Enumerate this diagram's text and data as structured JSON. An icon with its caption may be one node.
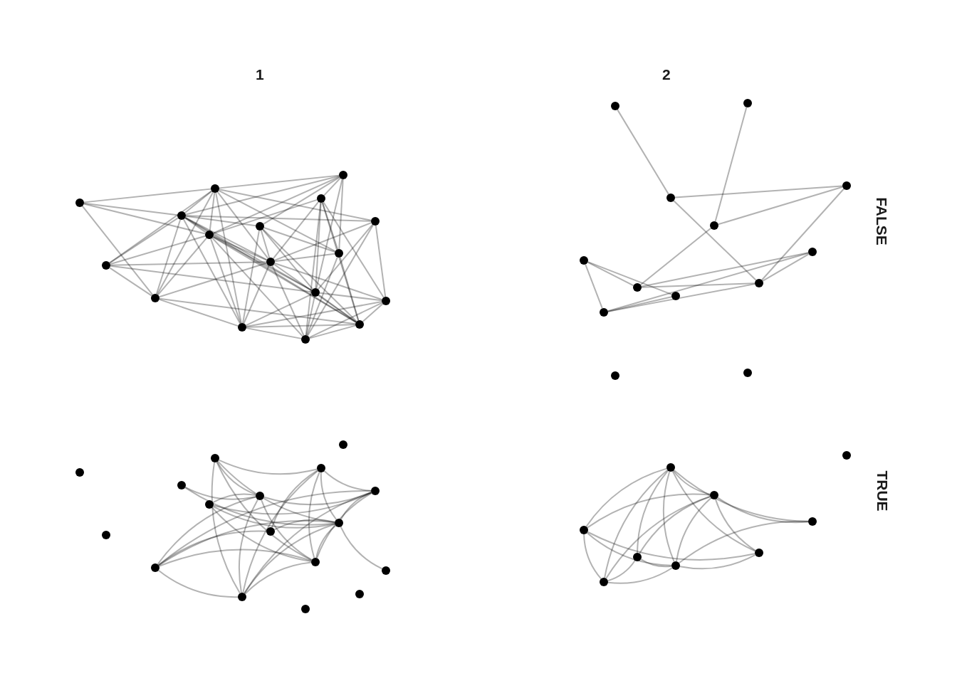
{
  "diagram": {
    "nodes": [
      {
        "text": [],
        "shape": "circle"
      },
      {
        "text": [],
        "shape": "circle"
      },
      {
        "text": [],
        "shape": "circle"
      },
      {
        "text": [],
        "shape": "circle"
      },
      {
        "text": [],
        "shape": "circle"
      },
      {
        "text": [],
        "shape": "circle"
      },
      {
        "text": [],
        "shape": "circle"
      },
      {
        "text": [],
        "shape": "circle"
      },
      {
        "text": [],
        "shape": "circle"
      },
      {
        "text": [],
        "shape": "circle"
      },
      {
        "text": [],
        "shape": "circle"
      },
      {
        "text": [],
        "shape": "circle"
      },
      {
        "text": [],
        "shape": "circle"
      },
      {
        "text": [],
        "shape": "circle"
      },
      {
        "text": [],
        "shape": "circle"
      },
      {
        "text": [],
        "shape": "circle"
      },
      {
        "text": [],
        "shape": "circle"
      },
      {
        "text": [],
        "shape": "circle"
      },
      {
        "text": [],
        "shape": "circle"
      },
      {
        "text": [],
        "shape": "circle"
      },
      {
        "text": [],
        "shape": "circle"
      },
      {
        "text": [],
        "shape": "circle"
      },
      {
        "text": [],
        "shape": "circle"
      },
      {
        "text": [],
        "shape": "circle"
      },
      {
        "text": [],
        "shape": "circle"
      },
      {
        "text": [],
        "shape": "circle"
      },
      {
        "text": [],
        "shape": "circle"
      },
      {
        "text": [],
        "shape": "circle"
      },
      {
        "text": [],
        "shape": "circle"
      },
      {
        "text": [],
        "shape": "circle"
      },
      {
        "text": [],
        "shape": "circle"
      },
      {
        "text": [],
        "shape": "circle"
      },
      {
        "text": [],
        "shape": "circle"
      },
      {
        "text": [],
        "shape": "circle"
      },
      {
        "text": [],
        "shape": "circle"
      },
      {
        "text": [],
        "shape": "circle"
      },
      {
        "text": [],
        "shape": "circle"
      },
      {
        "text": [],
        "shape": "circle"
      },
      {
        "text": [],
        "shape": "circle"
      },
      {
        "text": [],
        "shape": "circle"
      },
      {
        "text": [],
        "shape": "circle"
      },
      {
        "text": [],
        "shape": "circle"
      },
      {
        "text": [],
        "shape": "circle"
      },
      {
        "text": [],
        "shape": "circle"
      },
      {
        "text": [],
        "shape": "circle"
      },
      {
        "text": [],
        "shape": "circle"
      },
      {
        "text": [],
        "shape": "circle"
      },
      {
        "text": [],
        "shape": "circle"
      },
      {
        "text": [],
        "shape": "circle"
      },
      {
        "text": [],
        "shape": "circle"
      },
      {
        "text": [],
        "shape": "circle"
      },
      {
        "text": [],
        "shape": "circle"
      },
      {
        "text": [],
        "shape": "circle"
      },
      {
        "text": [],
        "shape": "circle"
      },
      {
        "text": [],
        "shape": "circle"
      },
      {
        "text": [],
        "shape": "circle"
      }
    ],
    "edges": [
      {
        "from": 0,
        "to": 1,
        "arrow": "none"
      },
      {
        "from": 0,
        "to": 4,
        "arrow": "none"
      },
      {
        "from": 0,
        "to": 7,
        "arrow": "none"
      },
      {
        "from": 0,
        "to": 12,
        "arrow": "none"
      },
      {
        "from": 1,
        "to": 2,
        "arrow": "none"
      },
      {
        "from": 1,
        "to": 4,
        "arrow": "none"
      },
      {
        "from": 1,
        "to": 7,
        "arrow": "none"
      },
      {
        "from": 1,
        "to": 9,
        "arrow": "none"
      },
      {
        "from": 1,
        "to": 12,
        "arrow": "none"
      },
      {
        "from": 1,
        "to": 10,
        "arrow": "none"
      },
      {
        "from": 1,
        "to": 8,
        "arrow": "none"
      },
      {
        "from": 1,
        "to": 5,
        "arrow": "none"
      },
      {
        "from": 1,
        "to": 14,
        "arrow": "none"
      },
      {
        "from": 2,
        "to": 3,
        "arrow": "none"
      },
      {
        "from": 2,
        "to": 4,
        "arrow": "none"
      },
      {
        "from": 2,
        "to": 7,
        "arrow": "none"
      },
      {
        "from": 2,
        "to": 6,
        "arrow": "none"
      },
      {
        "from": 2,
        "to": 8,
        "arrow": "none"
      },
      {
        "from": 2,
        "to": 11,
        "arrow": "none"
      },
      {
        "from": 3,
        "to": 7,
        "arrow": "none"
      },
      {
        "from": 3,
        "to": 10,
        "arrow": "none"
      },
      {
        "from": 3,
        "to": 11,
        "arrow": "none"
      },
      {
        "from": 3,
        "to": 16,
        "arrow": "none"
      },
      {
        "from": 3,
        "to": 13,
        "arrow": "none"
      },
      {
        "from": 3,
        "to": 8,
        "arrow": "none"
      },
      {
        "from": 3,
        "to": 15,
        "arrow": "none"
      },
      {
        "from": 4,
        "to": 7,
        "arrow": "none"
      },
      {
        "from": 4,
        "to": 6,
        "arrow": "none"
      },
      {
        "from": 4,
        "to": 5,
        "arrow": "none"
      },
      {
        "from": 4,
        "to": 10,
        "arrow": "none"
      },
      {
        "from": 4,
        "to": 11,
        "arrow": "none"
      },
      {
        "from": 4,
        "to": 15,
        "arrow": "none"
      },
      {
        "from": 4,
        "to": 12,
        "arrow": "none"
      },
      {
        "from": 4,
        "to": 9,
        "arrow": "none"
      },
      {
        "from": 4,
        "to": 14,
        "arrow": "none"
      },
      {
        "from": 5,
        "to": 10,
        "arrow": "none"
      },
      {
        "from": 5,
        "to": 11,
        "arrow": "none"
      },
      {
        "from": 5,
        "to": 13,
        "arrow": "none"
      },
      {
        "from": 5,
        "to": 16,
        "arrow": "none"
      },
      {
        "from": 6,
        "to": 10,
        "arrow": "none"
      },
      {
        "from": 6,
        "to": 14,
        "arrow": "none"
      },
      {
        "from": 6,
        "to": 8,
        "arrow": "none"
      },
      {
        "from": 6,
        "to": 11,
        "arrow": "none"
      },
      {
        "from": 6,
        "to": 15,
        "arrow": "none"
      },
      {
        "from": 7,
        "to": 9,
        "arrow": "none"
      },
      {
        "from": 7,
        "to": 10,
        "arrow": "none"
      },
      {
        "from": 7,
        "to": 11,
        "arrow": "none"
      },
      {
        "from": 7,
        "to": 15,
        "arrow": "none"
      },
      {
        "from": 7,
        "to": 14,
        "arrow": "none"
      },
      {
        "from": 7,
        "to": 16,
        "arrow": "none"
      },
      {
        "from": 7,
        "to": 12,
        "arrow": "none"
      },
      {
        "from": 8,
        "to": 15,
        "arrow": "none"
      },
      {
        "from": 8,
        "to": 16,
        "arrow": "none"
      },
      {
        "from": 8,
        "to": 10,
        "arrow": "none"
      },
      {
        "from": 9,
        "to": 12,
        "arrow": "none"
      },
      {
        "from": 9,
        "to": 11,
        "arrow": "none"
      },
      {
        "from": 9,
        "to": 10,
        "arrow": "none"
      },
      {
        "from": 10,
        "to": 14,
        "arrow": "none"
      },
      {
        "from": 10,
        "to": 16,
        "arrow": "none"
      },
      {
        "from": 10,
        "to": 13,
        "arrow": "none"
      },
      {
        "from": 10,
        "to": 15,
        "arrow": "none"
      },
      {
        "from": 10,
        "to": 12,
        "arrow": "none"
      },
      {
        "from": 11,
        "to": 16,
        "arrow": "none"
      },
      {
        "from": 11,
        "to": 13,
        "arrow": "none"
      },
      {
        "from": 11,
        "to": 14,
        "arrow": "none"
      },
      {
        "from": 11,
        "to": 15,
        "arrow": "none"
      },
      {
        "from": 12,
        "to": 14,
        "arrow": "none"
      },
      {
        "from": 12,
        "to": 15,
        "arrow": "none"
      },
      {
        "from": 13,
        "to": 14,
        "arrow": "none"
      },
      {
        "from": 13,
        "to": 15,
        "arrow": "none"
      },
      {
        "from": 13,
        "to": 16,
        "arrow": "none"
      },
      {
        "from": 14,
        "to": 15,
        "arrow": "none"
      },
      {
        "from": 14,
        "to": 16,
        "arrow": "none"
      },
      {
        "from": 15,
        "to": 16,
        "arrow": "none"
      },
      {
        "from": 17,
        "to": 19,
        "arrow": "none"
      },
      {
        "from": 18,
        "to": 21,
        "arrow": "none"
      },
      {
        "from": 19,
        "to": 20,
        "arrow": "none"
      },
      {
        "from": 19,
        "to": 26,
        "arrow": "none"
      },
      {
        "from": 20,
        "to": 21,
        "arrow": "none"
      },
      {
        "from": 20,
        "to": 26,
        "arrow": "none"
      },
      {
        "from": 21,
        "to": 24,
        "arrow": "none"
      },
      {
        "from": 23,
        "to": 24,
        "arrow": "none"
      },
      {
        "from": 23,
        "to": 25,
        "arrow": "none"
      },
      {
        "from": 23,
        "to": 27,
        "arrow": "none"
      },
      {
        "from": 24,
        "to": 26,
        "arrow": "none"
      },
      {
        "from": 24,
        "to": 22,
        "arrow": "none"
      },
      {
        "from": 27,
        "to": 25,
        "arrow": "none"
      },
      {
        "from": 27,
        "to": 26,
        "arrow": "none"
      },
      {
        "from": 27,
        "to": 22,
        "arrow": "none"
      },
      {
        "from": 26,
        "to": 22,
        "arrow": "none"
      },
      {
        "from": 29,
        "to": 31,
        "arrow": "none"
      },
      {
        "from": 29,
        "to": 34,
        "arrow": "none"
      },
      {
        "from": 29,
        "to": 36,
        "arrow": "none"
      },
      {
        "from": 29,
        "to": 39,
        "arrow": "none"
      },
      {
        "from": 29,
        "to": 42,
        "arrow": "none"
      },
      {
        "from": 32,
        "to": 34,
        "arrow": "none"
      },
      {
        "from": 32,
        "to": 36,
        "arrow": "none"
      },
      {
        "from": 34,
        "to": 33,
        "arrow": "none"
      },
      {
        "from": 34,
        "to": 39,
        "arrow": "none"
      },
      {
        "from": 34,
        "to": 40,
        "arrow": "none"
      },
      {
        "from": 34,
        "to": 42,
        "arrow": "none"
      },
      {
        "from": 34,
        "to": 35,
        "arrow": "none"
      },
      {
        "from": 35,
        "to": 33,
        "arrow": "none"
      },
      {
        "from": 35,
        "to": 36,
        "arrow": "none"
      },
      {
        "from": 35,
        "to": 39,
        "arrow": "none"
      },
      {
        "from": 31,
        "to": 33,
        "arrow": "none"
      },
      {
        "from": 31,
        "to": 36,
        "arrow": "none"
      },
      {
        "from": 31,
        "to": 42,
        "arrow": "none"
      },
      {
        "from": 31,
        "to": 38,
        "arrow": "none"
      },
      {
        "from": 31,
        "to": 39,
        "arrow": "none"
      },
      {
        "from": 33,
        "to": 36,
        "arrow": "none"
      },
      {
        "from": 33,
        "to": 39,
        "arrow": "none"
      },
      {
        "from": 33,
        "to": 40,
        "arrow": "none"
      },
      {
        "from": 33,
        "to": 42,
        "arrow": "none"
      },
      {
        "from": 36,
        "to": 41,
        "arrow": "none"
      },
      {
        "from": 36,
        "to": 40,
        "arrow": "none"
      },
      {
        "from": 36,
        "to": 42,
        "arrow": "none"
      },
      {
        "from": 36,
        "to": 38,
        "arrow": "none"
      },
      {
        "from": 36,
        "to": 39,
        "arrow": "none"
      },
      {
        "from": 38,
        "to": 40,
        "arrow": "none"
      },
      {
        "from": 39,
        "to": 40,
        "arrow": "none"
      },
      {
        "from": 39,
        "to": 42,
        "arrow": "none"
      },
      {
        "from": 40,
        "to": 42,
        "arrow": "none"
      },
      {
        "from": 47,
        "to": 49,
        "arrow": "none"
      },
      {
        "from": 47,
        "to": 50,
        "arrow": "none"
      },
      {
        "from": 47,
        "to": 51,
        "arrow": "none"
      },
      {
        "from": 47,
        "to": 52,
        "arrow": "none"
      },
      {
        "from": 47,
        "to": 53,
        "arrow": "none"
      },
      {
        "from": 47,
        "to": 55,
        "arrow": "none"
      },
      {
        "from": 47,
        "to": 54,
        "arrow": "none"
      },
      {
        "from": 49,
        "to": 50,
        "arrow": "none"
      },
      {
        "from": 49,
        "to": 51,
        "arrow": "none"
      },
      {
        "from": 49,
        "to": 52,
        "arrow": "none"
      },
      {
        "from": 49,
        "to": 53,
        "arrow": "none"
      },
      {
        "from": 49,
        "to": 54,
        "arrow": "none"
      },
      {
        "from": 49,
        "to": 55,
        "arrow": "none"
      },
      {
        "from": 51,
        "to": 53,
        "arrow": "none"
      },
      {
        "from": 51,
        "to": 54,
        "arrow": "none"
      },
      {
        "from": 52,
        "to": 53,
        "arrow": "none"
      },
      {
        "from": 53,
        "to": 54,
        "arrow": "none"
      },
      {
        "from": 55,
        "to": 52,
        "arrow": "none"
      },
      {
        "from": 55,
        "to": 53,
        "arrow": "none"
      },
      {
        "from": 50,
        "to": 53,
        "arrow": "none"
      },
      {
        "from": 51,
        "to": 55,
        "arrow": "none"
      }
    ],
    "labels": [
      "1",
      "2",
      "FALSE",
      "TRUE"
    ]
  }
}
